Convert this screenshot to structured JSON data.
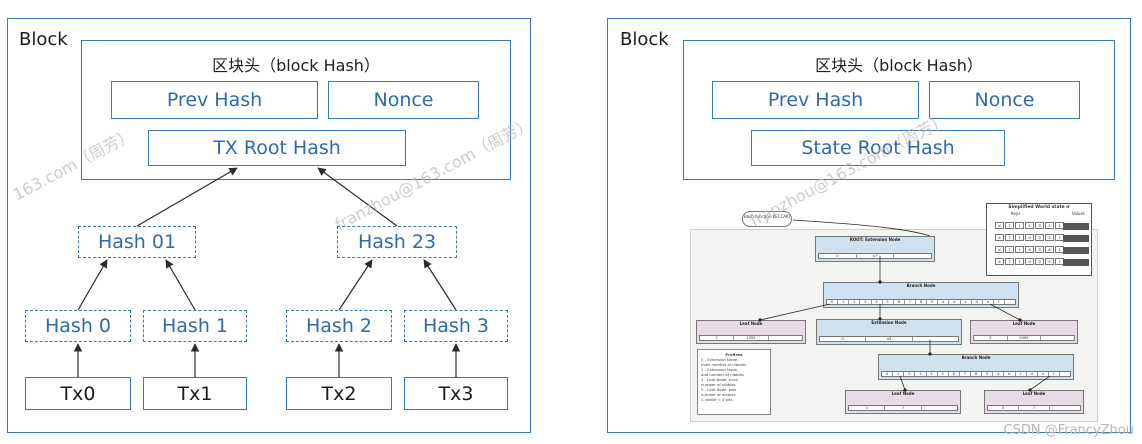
{
  "left": {
    "panel_title": "Block",
    "header_title": "区块头（block Hash）",
    "prev_hash": "Prev Hash",
    "nonce": "Nonce",
    "root_hash": "TX Root Hash",
    "hash01": "Hash 01",
    "hash23": "Hash 23",
    "hash0": "Hash 0",
    "hash1": "Hash 1",
    "hash2": "Hash 2",
    "hash3": "Hash 3",
    "tx0": "Tx0",
    "tx1": "Tx1",
    "tx2": "Tx2",
    "tx3": "Tx3"
  },
  "right": {
    "panel_title": "Block",
    "header_title": "区块头（block Hash）",
    "prev_hash": "Prev Hash",
    "nonce": "Nonce",
    "root_hash": "State Root Hash"
  },
  "watermarks": {
    "wm1": "163.com（周芳）",
    "wm2": "franzhou@163.com（周芳）",
    "wm3": "franzhou@163.com（周芳）"
  },
  "footer": "CSDN @FrancyZhou",
  "trie": {
    "world_state_title": "Simplified World state  σ",
    "keys_label": "Keys",
    "values_label": "Values",
    "callout": "Hash function KECCAK( )",
    "root_node": "ROOT: Extension Node",
    "branch_node_1": "Branch Node",
    "leaf_left": "Leaf Node",
    "extension_mid": "Extension Node",
    "leaf_right": "Leaf Node",
    "branch_node_2": "Branch Node",
    "leaf_bl": "Leaf Node",
    "leaf_br": "Leaf Node",
    "legend_title": "Prefixes",
    "legend_lines": [
      "0 - Extension Node,",
      "even number of nibbles",
      "1 - Extension Node,",
      "odd number of nibbles",
      "2 - Leaf Node, even",
      "number of nibbles",
      "3 - Leaf Node, odd",
      "number of nibbles",
      "1 nibble = 4 bits"
    ]
  }
}
